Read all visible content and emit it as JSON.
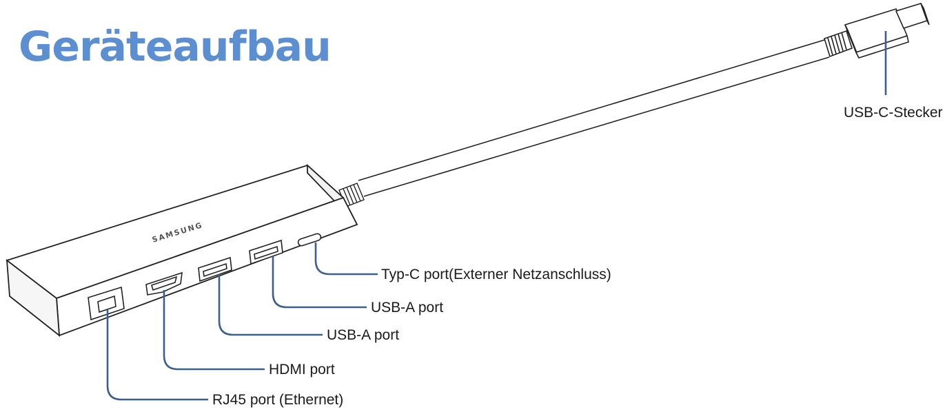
{
  "title": "Geräteaufbau",
  "brand_text": "SAMSUNG",
  "labels": {
    "usb_c_plug": "USB-C-Stecker",
    "type_c_port": "Typ-C port(Externer Netzanschluss)",
    "usb_a_port_1": "USB-A port",
    "usb_a_port_2": "USB-A port",
    "hdmi_port": "HDMI port",
    "rj45_port": "RJ45 port (Ethernet)"
  },
  "colors": {
    "title": "#5b8fd1",
    "callout_line": "#3d5f8e",
    "outline": "#222222"
  }
}
